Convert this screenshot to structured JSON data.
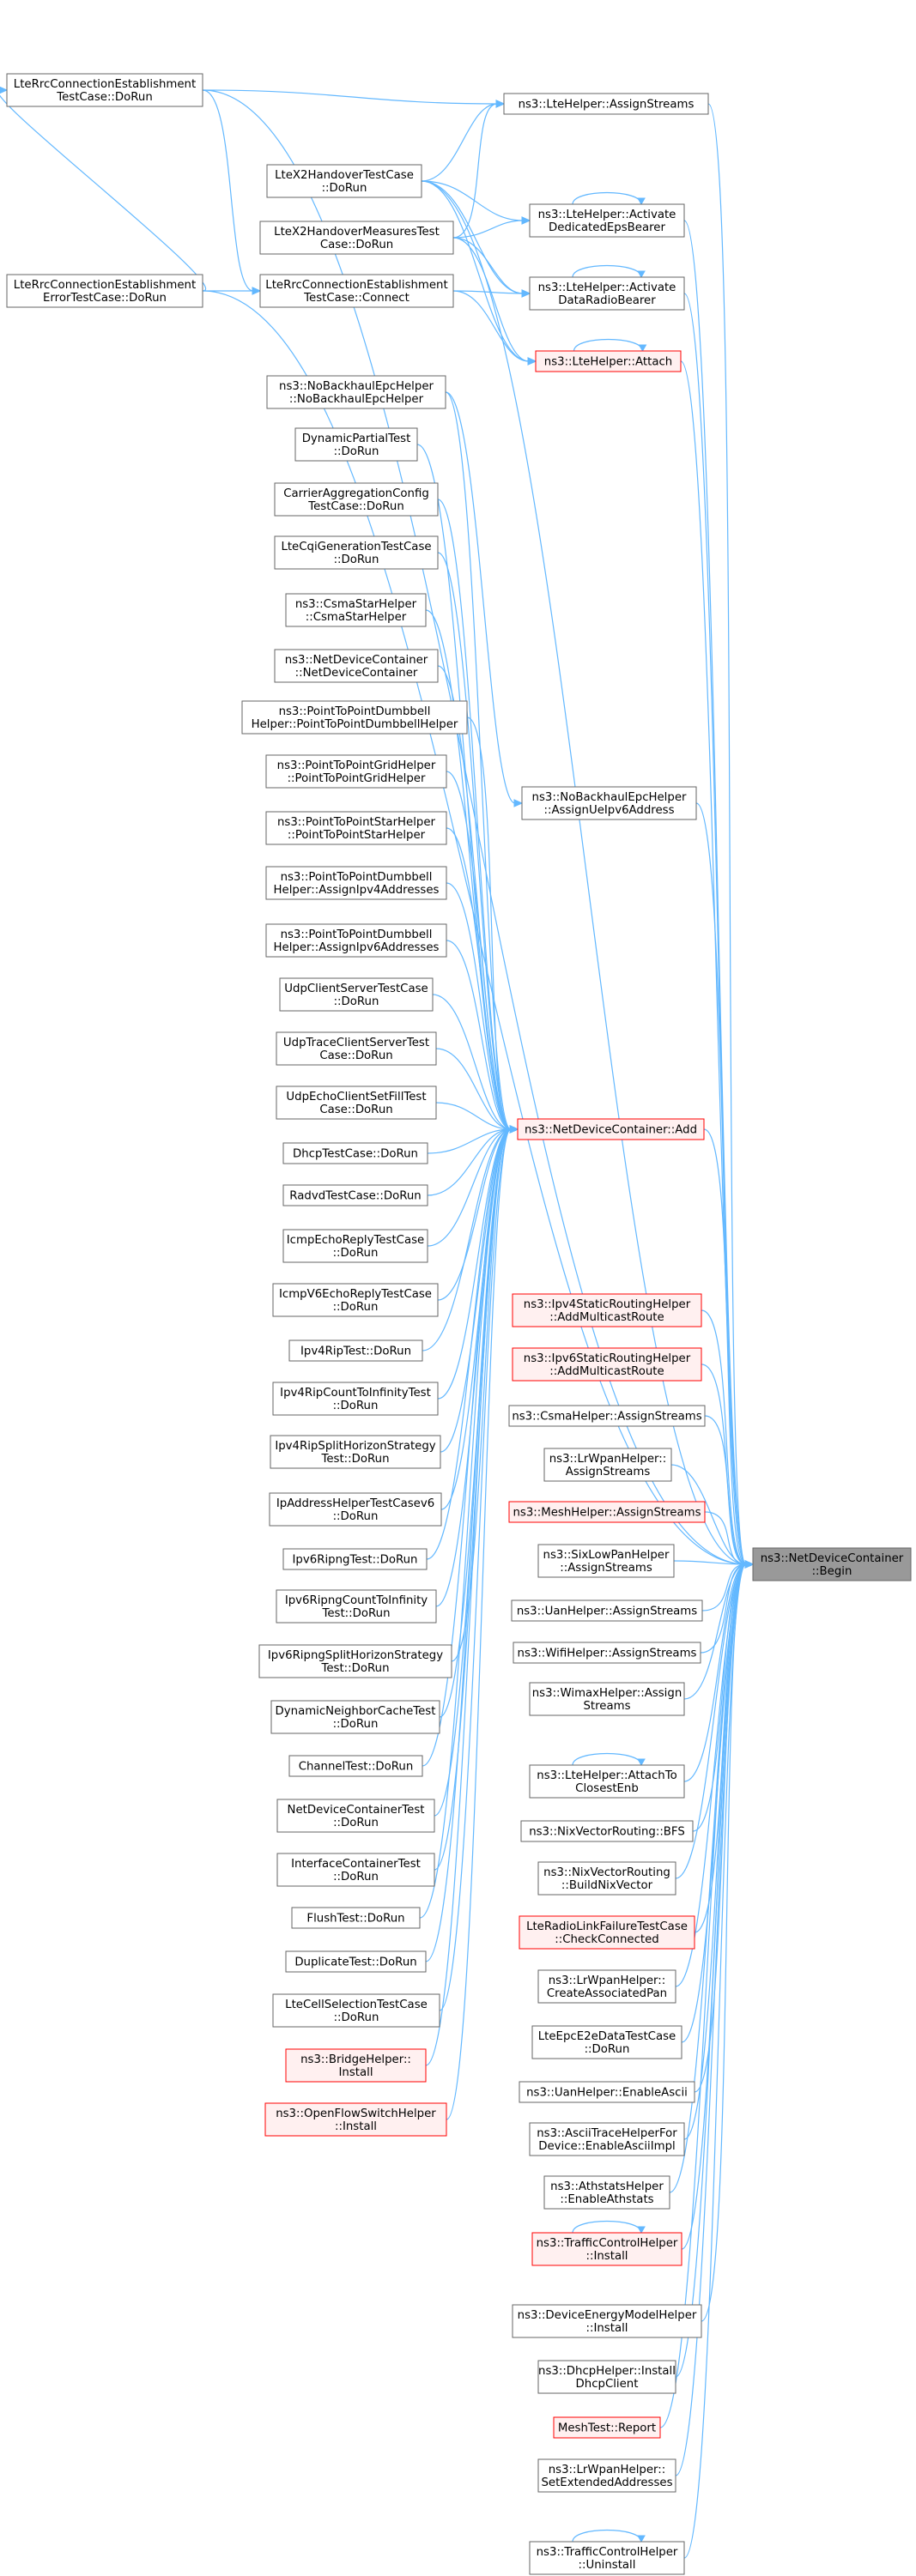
{
  "colors": {
    "edge": "#63b8ff",
    "node_border": "#666666",
    "node_fill": "#ffffff",
    "highlight_border": "#ff0000",
    "highlight_fill": "#fff0f0",
    "target_fill": "#999999",
    "target_border": "#666666"
  },
  "nodes": [
    {
      "id": "lte_rrc_dorun",
      "lines": [
        "LteRrcConnectionEstablishment",
        "TestCase::DoRun"
      ],
      "style": "normal"
    },
    {
      "id": "lte_rrc_err",
      "lines": [
        "LteRrcConnectionEstablishment",
        "ErrorTestCase::DoRun"
      ],
      "style": "normal"
    },
    {
      "id": "lte_assign_streams",
      "lines": [
        "ns3::LteHelper::AssignStreams"
      ],
      "style": "normal"
    },
    {
      "id": "x2_handover",
      "lines": [
        "LteX2HandoverTestCase",
        "::DoRun"
      ],
      "style": "normal"
    },
    {
      "id": "x2_handover_meas",
      "lines": [
        "LteX2HandoverMeasuresTest",
        "Case::DoRun"
      ],
      "style": "normal"
    },
    {
      "id": "lte_rrc_connect",
      "lines": [
        "LteRrcConnectionEstablishment",
        "TestCase::Connect"
      ],
      "style": "normal"
    },
    {
      "id": "activate_eps",
      "lines": [
        "ns3::LteHelper::Activate",
        "DedicatedEpsBearer"
      ],
      "style": "normal"
    },
    {
      "id": "activate_drb",
      "lines": [
        "ns3::LteHelper::Activate",
        "DataRadioBearer"
      ],
      "style": "normal"
    },
    {
      "id": "lte_attach",
      "lines": [
        "ns3::LteHelper::Attach"
      ],
      "style": "highlight"
    },
    {
      "id": "nobackhaul_ctor",
      "lines": [
        "ns3::NoBackhaulEpcHelper",
        "::NoBackhaulEpcHelper"
      ],
      "style": "normal"
    },
    {
      "id": "dyn_partial",
      "lines": [
        "DynamicPartialTest",
        "::DoRun"
      ],
      "style": "normal"
    },
    {
      "id": "carrier_agg",
      "lines": [
        "CarrierAggregationConfig",
        "TestCase::DoRun"
      ],
      "style": "normal"
    },
    {
      "id": "cqi_gen",
      "lines": [
        "LteCqiGenerationTestCase",
        "::DoRun"
      ],
      "style": "normal"
    },
    {
      "id": "csma_star",
      "lines": [
        "ns3::CsmaStarHelper",
        "::CsmaStarHelper"
      ],
      "style": "normal"
    },
    {
      "id": "ndc_ctor",
      "lines": [
        "ns3::NetDeviceContainer",
        "::NetDeviceContainer"
      ],
      "style": "normal"
    },
    {
      "id": "p2p_dumbbell_ctor",
      "lines": [
        "ns3::PointToPointDumbbell",
        "Helper::PointToPointDumbbellHelper"
      ],
      "style": "normal"
    },
    {
      "id": "p2p_grid",
      "lines": [
        "ns3::PointToPointGridHelper",
        "::PointToPointGridHelper"
      ],
      "style": "normal"
    },
    {
      "id": "p2p_star",
      "lines": [
        "ns3::PointToPointStarHelper",
        "::PointToPointStarHelper"
      ],
      "style": "normal"
    },
    {
      "id": "p2p_dumbbell_v4",
      "lines": [
        "ns3::PointToPointDumbbell",
        "Helper::AssignIpv4Addresses"
      ],
      "style": "normal"
    },
    {
      "id": "p2p_dumbbell_v6",
      "lines": [
        "ns3::PointToPointDumbbell",
        "Helper::AssignIpv6Addresses"
      ],
      "style": "normal"
    },
    {
      "id": "nobackhaul_assign",
      "lines": [
        "ns3::NoBackhaulEpcHelper",
        "::AssignUeIpv6Address"
      ],
      "style": "normal"
    },
    {
      "id": "udp_cs",
      "lines": [
        "UdpClientServerTestCase",
        "::DoRun"
      ],
      "style": "normal"
    },
    {
      "id": "udp_trace",
      "lines": [
        "UdpTraceClientServerTest",
        "Case::DoRun"
      ],
      "style": "normal"
    },
    {
      "id": "udp_echo",
      "lines": [
        "UdpEchoClientSetFillTest",
        "Case::DoRun"
      ],
      "style": "normal"
    },
    {
      "id": "dhcp_test",
      "lines": [
        "DhcpTestCase::DoRun"
      ],
      "style": "normal"
    },
    {
      "id": "radvd_test",
      "lines": [
        "RadvdTestCase::DoRun"
      ],
      "style": "normal"
    },
    {
      "id": "icmp_echo",
      "lines": [
        "IcmpEchoReplyTestCase",
        "::DoRun"
      ],
      "style": "normal"
    },
    {
      "id": "icmpv6_echo",
      "lines": [
        "IcmpV6EchoReplyTestCase",
        "::DoRun"
      ],
      "style": "normal"
    },
    {
      "id": "ipv4rip",
      "lines": [
        "Ipv4RipTest::DoRun"
      ],
      "style": "normal"
    },
    {
      "id": "ipv4rip_count",
      "lines": [
        "Ipv4RipCountToInfinityTest",
        "::DoRun"
      ],
      "style": "normal"
    },
    {
      "id": "ipv4rip_split",
      "lines": [
        "Ipv4RipSplitHorizonStrategy",
        "Test::DoRun"
      ],
      "style": "normal"
    },
    {
      "id": "ipaddr_v6",
      "lines": [
        "IpAddressHelperTestCasev6",
        "::DoRun"
      ],
      "style": "normal"
    },
    {
      "id": "ipv6ripng",
      "lines": [
        "Ipv6RipngTest::DoRun"
      ],
      "style": "normal"
    },
    {
      "id": "ipv6ripng_count",
      "lines": [
        "Ipv6RipngCountToInfinity",
        "Test::DoRun"
      ],
      "style": "normal"
    },
    {
      "id": "ipv6ripng_split",
      "lines": [
        "Ipv6RipngSplitHorizonStrategy",
        "Test::DoRun"
      ],
      "style": "normal"
    },
    {
      "id": "dyn_neigh",
      "lines": [
        "DynamicNeighborCacheTest",
        "::DoRun"
      ],
      "style": "normal"
    },
    {
      "id": "channel_test",
      "lines": [
        "ChannelTest::DoRun"
      ],
      "style": "normal"
    },
    {
      "id": "ndc_test",
      "lines": [
        "NetDeviceContainerTest",
        "::DoRun"
      ],
      "style": "normal"
    },
    {
      "id": "iface_test",
      "lines": [
        "InterfaceContainerTest",
        "::DoRun"
      ],
      "style": "normal"
    },
    {
      "id": "flush_test",
      "lines": [
        "FlushTest::DoRun"
      ],
      "style": "normal"
    },
    {
      "id": "dup_test",
      "lines": [
        "DuplicateTest::DoRun"
      ],
      "style": "normal"
    },
    {
      "id": "cell_sel",
      "lines": [
        "LteCellSelectionTestCase",
        "::DoRun"
      ],
      "style": "normal"
    },
    {
      "id": "bridge_install",
      "lines": [
        "ns3::BridgeHelper::",
        "Install"
      ],
      "style": "highlight"
    },
    {
      "id": "openflow_install",
      "lines": [
        "ns3::OpenFlowSwitchHelper",
        "::Install"
      ],
      "style": "highlight"
    },
    {
      "id": "ndc_add",
      "lines": [
        "ns3::NetDeviceContainer::Add"
      ],
      "style": "highlight"
    },
    {
      "id": "ipv4_static_mc",
      "lines": [
        "ns3::Ipv4StaticRoutingHelper",
        "::AddMulticastRoute"
      ],
      "style": "highlight"
    },
    {
      "id": "ipv6_static_mc",
      "lines": [
        "ns3::Ipv6StaticRoutingHelper",
        "::AddMulticastRoute"
      ],
      "style": "highlight"
    },
    {
      "id": "csma_assign",
      "lines": [
        "ns3::CsmaHelper::AssignStreams"
      ],
      "style": "normal"
    },
    {
      "id": "lrwpan_assign",
      "lines": [
        "ns3::LrWpanHelper::",
        "AssignStreams"
      ],
      "style": "normal"
    },
    {
      "id": "mesh_assign",
      "lines": [
        "ns3::MeshHelper::AssignStreams"
      ],
      "style": "highlight"
    },
    {
      "id": "sixlowpan_assign",
      "lines": [
        "ns3::SixLowPanHelper",
        "::AssignStreams"
      ],
      "style": "normal"
    },
    {
      "id": "uan_assign",
      "lines": [
        "ns3::UanHelper::AssignStreams"
      ],
      "style": "normal"
    },
    {
      "id": "wifi_assign",
      "lines": [
        "ns3::WifiHelper::AssignStreams"
      ],
      "style": "normal"
    },
    {
      "id": "wimax_assign",
      "lines": [
        "ns3::WimaxHelper::Assign",
        "Streams"
      ],
      "style": "normal"
    },
    {
      "id": "attach_closest",
      "lines": [
        "ns3::LteHelper::AttachTo",
        "ClosestEnb"
      ],
      "style": "normal"
    },
    {
      "id": "nix_bfs",
      "lines": [
        "ns3::NixVectorRouting::BFS"
      ],
      "style": "normal"
    },
    {
      "id": "nix_build",
      "lines": [
        "ns3::NixVectorRouting",
        "::BuildNixVector"
      ],
      "style": "normal"
    },
    {
      "id": "rlf_check",
      "lines": [
        "LteRadioLinkFailureTestCase",
        "::CheckConnected"
      ],
      "style": "highlight"
    },
    {
      "id": "lrwpan_pan",
      "lines": [
        "ns3::LrWpanHelper::",
        "CreateAssociatedPan"
      ],
      "style": "normal"
    },
    {
      "id": "epc_e2e",
      "lines": [
        "LteEpcE2eDataTestCase",
        "::DoRun"
      ],
      "style": "normal"
    },
    {
      "id": "uan_ascii",
      "lines": [
        "ns3::UanHelper::EnableAscii"
      ],
      "style": "normal"
    },
    {
      "id": "ascii_impl",
      "lines": [
        "ns3::AsciiTraceHelperFor",
        "Device::EnableAsciiImpl"
      ],
      "style": "normal"
    },
    {
      "id": "athstats",
      "lines": [
        "ns3::AthstatsHelper",
        "::EnableAthstats"
      ],
      "style": "normal"
    },
    {
      "id": "tc_install",
      "lines": [
        "ns3::TrafficControlHelper",
        "::Install"
      ],
      "style": "highlight"
    },
    {
      "id": "energy_install",
      "lines": [
        "ns3::DeviceEnergyModelHelper",
        "::Install"
      ],
      "style": "normal"
    },
    {
      "id": "dhcp_install",
      "lines": [
        "ns3::DhcpHelper::Install",
        "DhcpClient"
      ],
      "style": "normal"
    },
    {
      "id": "mesh_report",
      "lines": [
        "MeshTest::Report"
      ],
      "style": "highlight"
    },
    {
      "id": "lrwpan_ext",
      "lines": [
        "ns3::LrWpanHelper::",
        "SetExtendedAddresses"
      ],
      "style": "normal"
    },
    {
      "id": "tc_uninstall",
      "lines": [
        "ns3::TrafficControlHelper",
        "::Uninstall"
      ],
      "style": "normal"
    },
    {
      "id": "ndc_begin",
      "lines": [
        "ns3::NetDeviceContainer",
        "::Begin"
      ],
      "style": "target"
    }
  ],
  "edges": [
    [
      "lte_rrc_err",
      "lte_rrc_dorun"
    ],
    [
      "lte_rrc_dorun",
      "lte_assign_streams"
    ],
    [
      "lte_rrc_dorun",
      "lte_rrc_connect"
    ],
    [
      "lte_rrc_err",
      "lte_rrc_connect"
    ],
    [
      "x2_handover",
      "lte_assign_streams"
    ],
    [
      "x2_handover",
      "activate_eps"
    ],
    [
      "x2_handover",
      "activate_drb"
    ],
    [
      "x2_handover",
      "lte_attach"
    ],
    [
      "x2_handover_meas",
      "lte_assign_streams"
    ],
    [
      "x2_handover_meas",
      "activate_eps"
    ],
    [
      "x2_handover_meas",
      "activate_drb"
    ],
    [
      "x2_handover_meas",
      "lte_attach"
    ],
    [
      "lte_rrc_connect",
      "activate_drb"
    ],
    [
      "lte_rrc_connect",
      "lte_attach"
    ],
    [
      "activate_eps",
      "activate_eps"
    ],
    [
      "activate_drb",
      "activate_drb"
    ],
    [
      "lte_attach",
      "lte_attach"
    ],
    [
      "nobackhaul_ctor",
      "nobackhaul_assign"
    ],
    [
      "dyn_partial",
      "ndc_add"
    ],
    [
      "carrier_agg",
      "ndc_add"
    ],
    [
      "cqi_gen",
      "ndc_add"
    ],
    [
      "csma_star",
      "ndc_add"
    ],
    [
      "ndc_ctor",
      "ndc_add"
    ],
    [
      "p2p_dumbbell_ctor",
      "ndc_add"
    ],
    [
      "p2p_grid",
      "ndc_add"
    ],
    [
      "p2p_star",
      "ndc_add"
    ],
    [
      "p2p_dumbbell_v4",
      "ndc_add"
    ],
    [
      "p2p_dumbbell_v6",
      "ndc_add"
    ],
    [
      "nobackhaul_ctor",
      "ndc_add"
    ],
    [
      "udp_cs",
      "ndc_add"
    ],
    [
      "udp_trace",
      "ndc_add"
    ],
    [
      "udp_echo",
      "ndc_add"
    ],
    [
      "dhcp_test",
      "ndc_add"
    ],
    [
      "radvd_test",
      "ndc_add"
    ],
    [
      "icmp_echo",
      "ndc_add"
    ],
    [
      "icmpv6_echo",
      "ndc_add"
    ],
    [
      "ipv4rip",
      "ndc_add"
    ],
    [
      "ipv4rip_count",
      "ndc_add"
    ],
    [
      "ipv4rip_split",
      "ndc_add"
    ],
    [
      "ipaddr_v6",
      "ndc_add"
    ],
    [
      "ipv6ripng",
      "ndc_add"
    ],
    [
      "ipv6ripng_count",
      "ndc_add"
    ],
    [
      "ipv6ripng_split",
      "ndc_add"
    ],
    [
      "dyn_neigh",
      "ndc_add"
    ],
    [
      "channel_test",
      "ndc_add"
    ],
    [
      "ndc_test",
      "ndc_add"
    ],
    [
      "iface_test",
      "ndc_add"
    ],
    [
      "flush_test",
      "ndc_add"
    ],
    [
      "dup_test",
      "ndc_add"
    ],
    [
      "cell_sel",
      "ndc_add"
    ],
    [
      "bridge_install",
      "ndc_add"
    ],
    [
      "openflow_install",
      "ndc_add"
    ],
    [
      "ndc_add",
      "ndc_begin"
    ],
    [
      "lte_rrc_dorun",
      "ndc_begin"
    ],
    [
      "lte_rrc_err",
      "ndc_begin"
    ],
    [
      "lte_assign_streams",
      "ndc_begin"
    ],
    [
      "x2_handover",
      "ndc_begin"
    ],
    [
      "activate_eps",
      "ndc_begin"
    ],
    [
      "activate_drb",
      "ndc_begin"
    ],
    [
      "lte_attach",
      "ndc_begin"
    ],
    [
      "nobackhaul_assign",
      "ndc_begin"
    ],
    [
      "ipv4_static_mc",
      "ndc_begin"
    ],
    [
      "ipv6_static_mc",
      "ndc_begin"
    ],
    [
      "csma_assign",
      "ndc_begin"
    ],
    [
      "lrwpan_assign",
      "ndc_begin"
    ],
    [
      "mesh_assign",
      "ndc_begin"
    ],
    [
      "sixlowpan_assign",
      "ndc_begin"
    ],
    [
      "uan_assign",
      "ndc_begin"
    ],
    [
      "wifi_assign",
      "ndc_begin"
    ],
    [
      "wimax_assign",
      "ndc_begin"
    ],
    [
      "attach_closest",
      "ndc_begin"
    ],
    [
      "attach_closest",
      "attach_closest"
    ],
    [
      "nix_bfs",
      "ndc_begin"
    ],
    [
      "nix_build",
      "ndc_begin"
    ],
    [
      "rlf_check",
      "ndc_begin"
    ],
    [
      "lrwpan_pan",
      "ndc_begin"
    ],
    [
      "epc_e2e",
      "ndc_begin"
    ],
    [
      "uan_ascii",
      "ndc_begin"
    ],
    [
      "ascii_impl",
      "ndc_begin"
    ],
    [
      "athstats",
      "ndc_begin"
    ],
    [
      "tc_install",
      "ndc_begin"
    ],
    [
      "tc_install",
      "tc_install"
    ],
    [
      "energy_install",
      "ndc_begin"
    ],
    [
      "dhcp_install",
      "ndc_begin"
    ],
    [
      "mesh_report",
      "ndc_begin"
    ],
    [
      "lrwpan_ext",
      "ndc_begin"
    ],
    [
      "tc_uninstall",
      "ndc_begin"
    ],
    [
      "tc_uninstall",
      "tc_uninstall"
    ]
  ]
}
